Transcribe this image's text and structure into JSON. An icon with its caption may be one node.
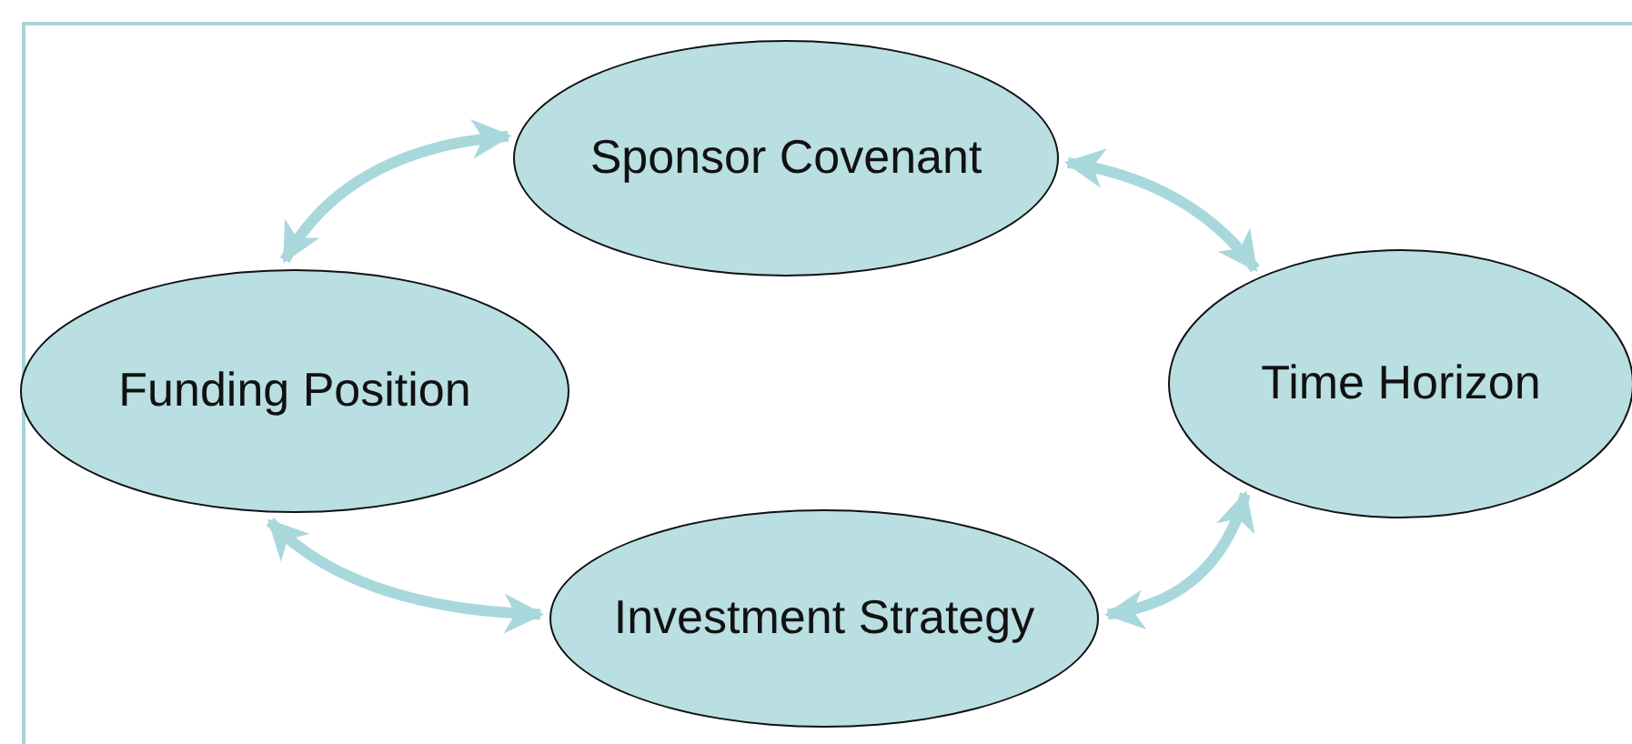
{
  "diagram": {
    "nodes": [
      {
        "text": [
          "Sponsor Covenant"
        ]
      },
      {
        "text": [
          "Funding Position"
        ]
      },
      {
        "text": [
          "Time Horizon"
        ]
      },
      {
        "text": [
          "Investment Strategy"
        ]
      }
    ],
    "edges": [
      {
        "from": 0,
        "to": 1,
        "arrow": "both"
      },
      {
        "from": 0,
        "to": 2,
        "arrow": "both"
      },
      {
        "from": 1,
        "to": 3,
        "arrow": "both"
      },
      {
        "from": 3,
        "to": 2,
        "arrow": "both"
      }
    ]
  }
}
